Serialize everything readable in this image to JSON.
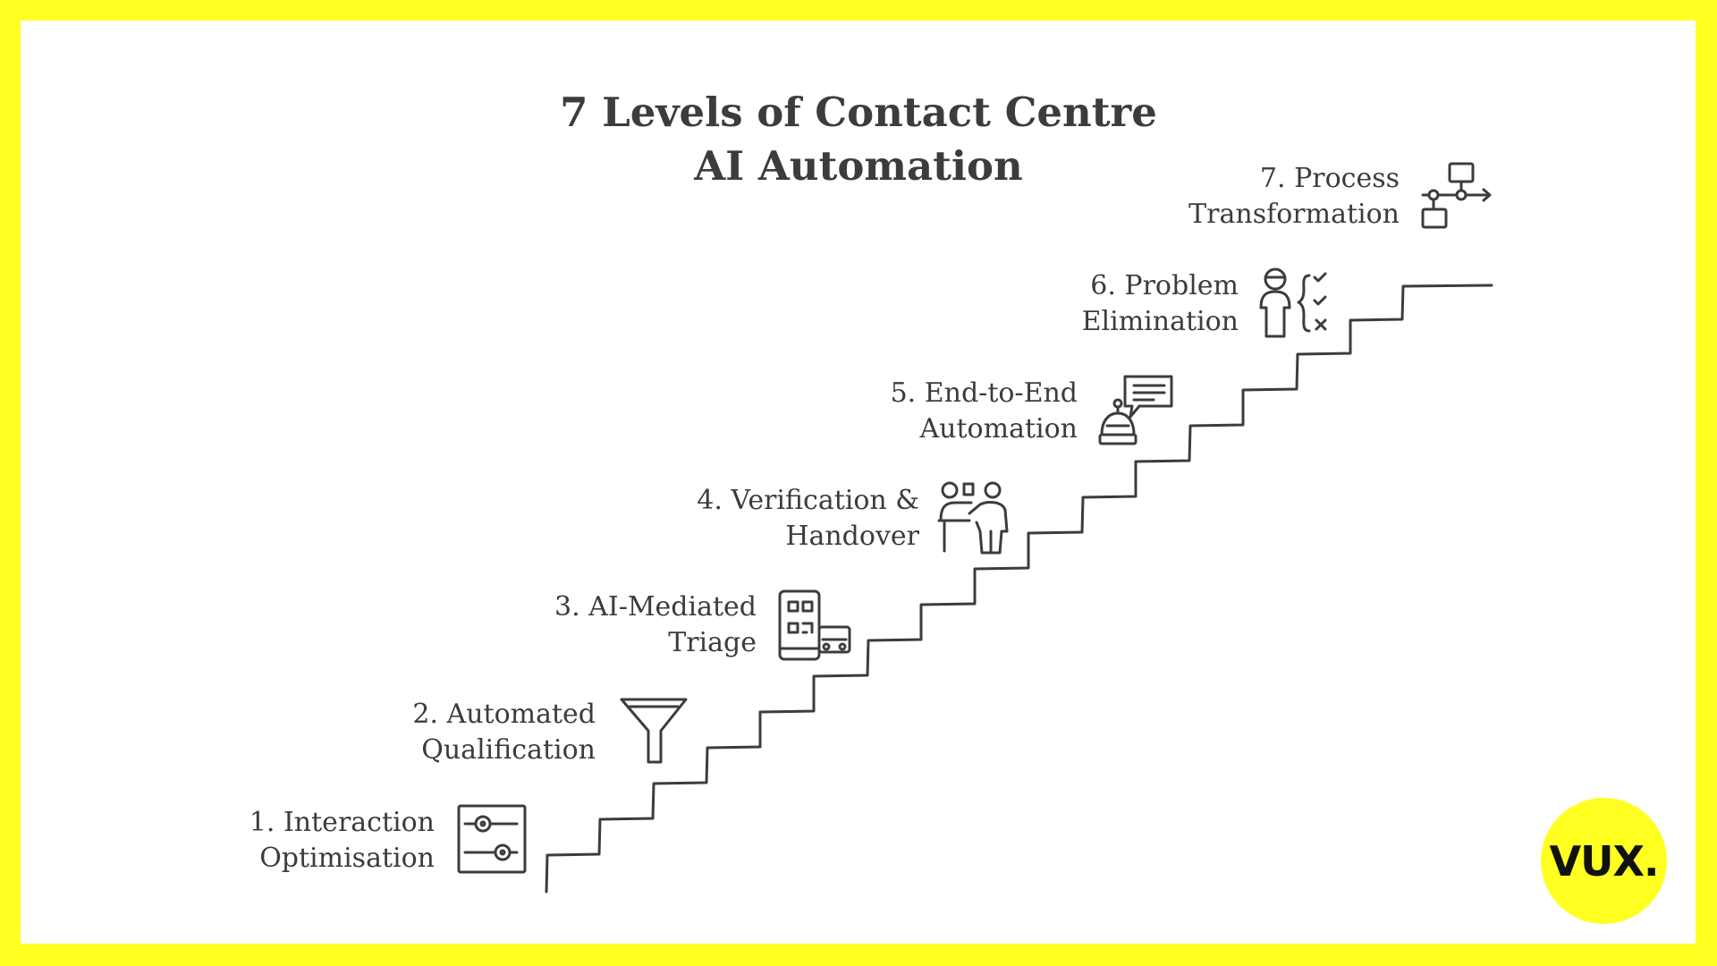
{
  "title": {
    "line1": "7 Levels of Contact Centre",
    "line2": "AI Automation"
  },
  "colors": {
    "border": "#FFFF22",
    "background": "#ffffff",
    "ink": "#3c3c3c",
    "logo_bg": "#FFFF22"
  },
  "steps": [
    {
      "line1": "1. Interaction",
      "line2": "Optimisation",
      "icon": "sliders-icon"
    },
    {
      "line1": "2. Automated",
      "line2": "Qualification",
      "icon": "funnel-icon"
    },
    {
      "line1": "3. AI-Mediated",
      "line2": "Triage",
      "icon": "phone-triage-icon"
    },
    {
      "line1": "4. Verification &",
      "line2": "Handover",
      "icon": "handover-people-icon"
    },
    {
      "line1": "5. End-to-End",
      "line2": "Automation",
      "icon": "robot-chat-icon"
    },
    {
      "line1": "6. Problem",
      "line2": "Elimination",
      "icon": "person-checklist-icon"
    },
    {
      "line1": "7. Process",
      "line2": "Transformation",
      "icon": "process-flow-icon"
    }
  ],
  "logo": {
    "text": "VUX."
  }
}
